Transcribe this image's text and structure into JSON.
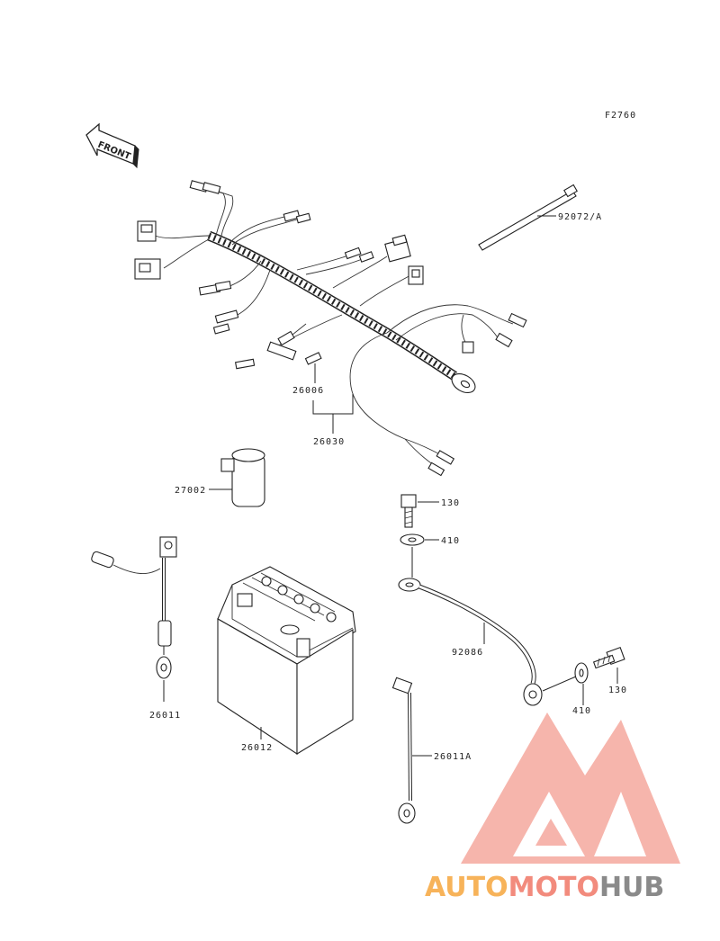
{
  "figure_code": "F2760",
  "front_label": "FRONT",
  "callouts": {
    "cable_tie": "92072/A",
    "sensor_pin": "26006",
    "main_harness": "26030",
    "relay": "27002",
    "bolt_top": "130",
    "washer_top": "410",
    "ground_cable": "92086",
    "bolt_right": "130",
    "washer_right": "410",
    "lead_wire": "26011",
    "battery": "26012",
    "lead_wire_a": "26011A"
  },
  "watermark": {
    "part1": "AUTO",
    "part2": "MOTO",
    "part3": "HUB",
    "color_orange": "#f7b35a",
    "color_red": "#f28b7d",
    "color_gray": "#8a8a8a"
  }
}
